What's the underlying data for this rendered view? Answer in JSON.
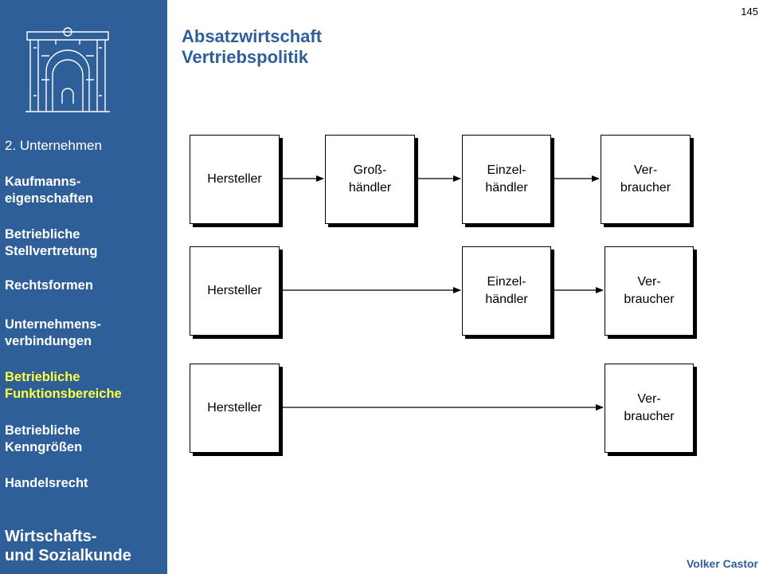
{
  "page_number": "145",
  "title": {
    "line1": "Absatzwirtschaft",
    "line2": "Vertriebspolitik"
  },
  "sidebar": {
    "items": [
      {
        "label": "2. Unternehmen"
      },
      {
        "label": "Kaufmanns-\neigenschaften"
      },
      {
        "label": "Betriebliche\nStellvertretung"
      },
      {
        "label": "Rechtsformen"
      },
      {
        "label": "Unternehmens-\nverbindungen"
      },
      {
        "label": "Betriebliche\nFunktionsbereiche"
      },
      {
        "label": "Betriebliche\nKenngrößen"
      },
      {
        "label": "Handelsrecht"
      }
    ],
    "footer": "Wirtschafts-\nund Sozialkunde"
  },
  "diagram": {
    "row1": [
      "Hersteller",
      "Groß-\nhändler",
      "Einzel-\nhändler",
      "Ver-\nbraucher"
    ],
    "row2": [
      "Hersteller",
      "Einzel-\nhändler",
      "Ver-\nbraucher"
    ],
    "row3": [
      "Hersteller",
      "Ver-\nbraucher"
    ]
  },
  "author": "Volker Castor",
  "colors": {
    "sidebar_bg": "#2f5f99",
    "active_item": "#ffff40",
    "title": "#2f5f99"
  }
}
